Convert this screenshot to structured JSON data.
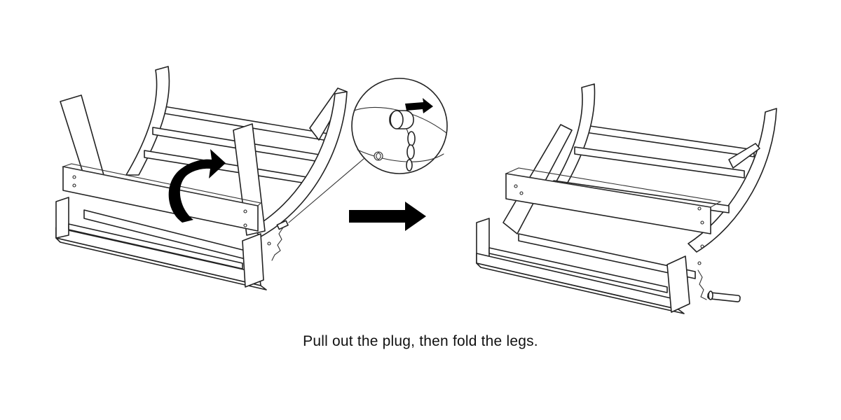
{
  "caption": "Pull out the plug, then fold the legs.",
  "colors": {
    "line": "#222222",
    "arrow": "#000000",
    "background": "#ffffff"
  },
  "steps": [
    {
      "state": "legs-unfolded-plug-inserted"
    },
    {
      "state": "legs-folded-plug-removed"
    }
  ],
  "icons": [
    "curved-rotate-arrow-icon",
    "next-step-arrow-icon",
    "pull-direction-arrow-icon",
    "magnifier-callout"
  ]
}
